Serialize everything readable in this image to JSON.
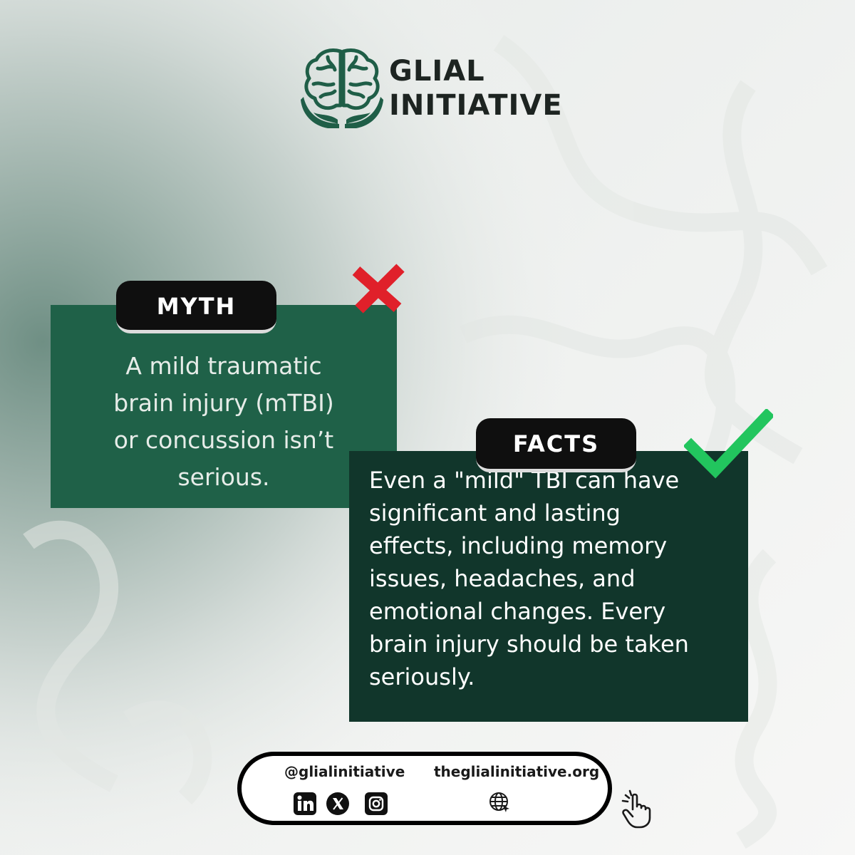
{
  "brand": {
    "name_line1": "GLIAL",
    "name_line2": "INITIATIVE",
    "accent_color": "#1f6148",
    "dark_color": "#11362b"
  },
  "myth": {
    "label": "MYTH",
    "lines": [
      "A mild traumatic",
      "brain injury (mTBI)",
      "or concussion isn’t",
      "serious."
    ],
    "icon": "cross-mark-icon",
    "icon_color": "#e0202a"
  },
  "facts": {
    "label": "FACTS",
    "lines": [
      "Even a \"mild\" TBI can have",
      "significant and lasting",
      "effects, including memory",
      "issues, headaches, and",
      "emotional changes. Every",
      "brain injury should be taken",
      "seriously."
    ],
    "icon": "check-mark-icon",
    "icon_color": "#22c55e"
  },
  "footer": {
    "handle": "@glialinitiative",
    "website": "theglialinitiative.org",
    "social_icons": [
      "linkedin-icon",
      "x-icon",
      "instagram-icon"
    ],
    "web_icon": "globe-icon",
    "pointer_icon": "hand-pointer-icon"
  }
}
